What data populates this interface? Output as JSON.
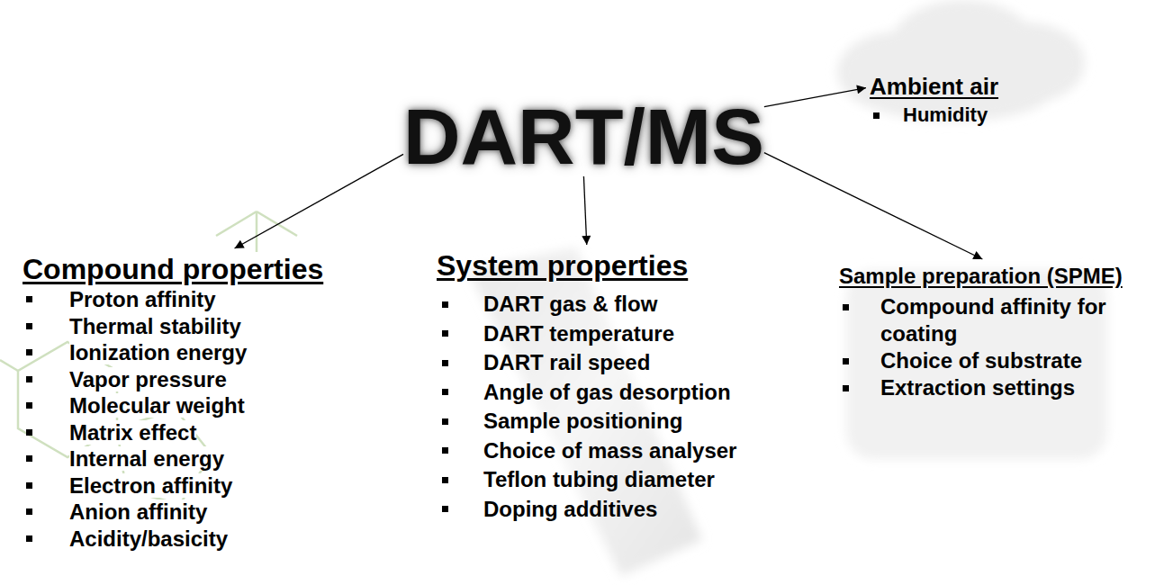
{
  "diagram": {
    "nodes": [
      {
        "text": [
          "DART/MS"
        ]
      },
      {
        "text": [
          "Ambient air",
          "Humidity"
        ]
      },
      {
        "text": [
          "Compound properties",
          "Proton affinity",
          "Thermal stability",
          "Ionization energy",
          "Vapor pressure",
          "Molecular weight",
          "Matrix effect",
          "Internal energy",
          "Electron affinity",
          "Anion affinity",
          "Acidity/basicity"
        ]
      },
      {
        "text": [
          "System properties",
          "DART gas & flow",
          "DART temperature",
          "DART rail speed",
          "Angle of gas desorption",
          "Sample positioning",
          "Choice of mass analyser",
          "Teflon tubing diameter",
          "Doping additives"
        ]
      },
      {
        "text": [
          "Sample preparation (SPME)",
          "Compound affinity for coating",
          "Choice of substrate",
          "Extraction settings"
        ]
      }
    ],
    "edges": [
      {
        "from": 0,
        "to": 1,
        "arrow": "to"
      },
      {
        "from": 0,
        "to": 2,
        "arrow": "to"
      },
      {
        "from": 0,
        "to": 3,
        "arrow": "to"
      },
      {
        "from": 0,
        "to": 4,
        "arrow": "to"
      }
    ]
  }
}
